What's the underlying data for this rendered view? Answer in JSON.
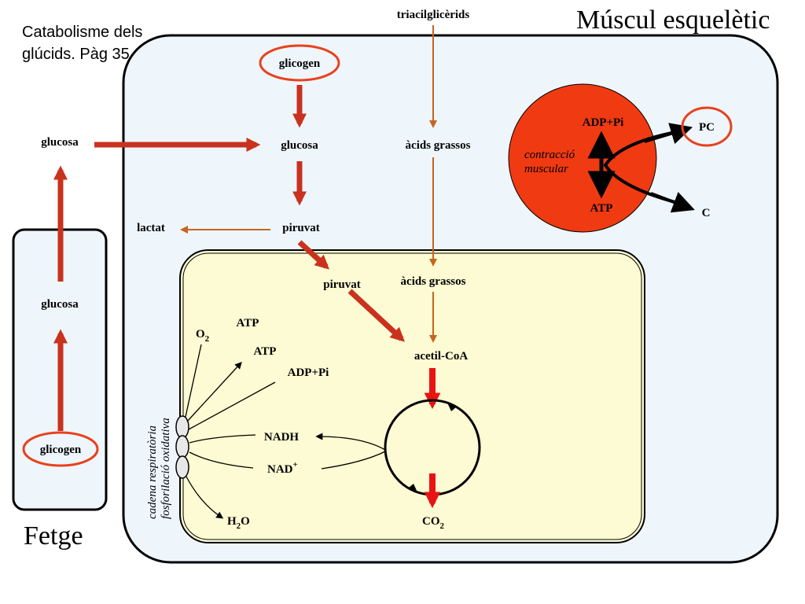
{
  "subtitle_line1": "Catabolisme dels",
  "subtitle_line2": "glúcids. Pàg 35",
  "muscle_title": "Múscul esquelètic",
  "liver_title": "Fetge",
  "liver": {
    "glycogen": "glicogen",
    "glucose_mid": "glucosa",
    "glucose_top": "glucosa"
  },
  "cytosol": {
    "triglycerides": "triacilglicèrids",
    "glycogen": "glicogen",
    "glucose": "glucosa",
    "fatty_acids": "àcids grassos",
    "pyruvate": "piruvat",
    "lactate": "lactat"
  },
  "contraction": {
    "adp_pi": "ADP+Pi",
    "atp": "ATP",
    "text_line1": "contracció",
    "text_line2": "muscular",
    "pc": "PC",
    "c": "C"
  },
  "mitochondrion": {
    "pyruvate": "piruvat",
    "fatty_acids": "àcids grassos",
    "acetyl_coa": "acetil-CoA",
    "o2_main": "O",
    "o2_sub": "2",
    "atp1": "ATP",
    "atp2": "ATP",
    "adp_pi": "ADP+Pi",
    "nadh": "NADH",
    "nad_main": "NAD",
    "nad_sup": "+",
    "h2o_h": "H",
    "h2o_sub": "2",
    "h2o_o": "O",
    "co2_main": "CO",
    "co2_sub": "2",
    "chain_line1": "cadena respiratòria",
    "chain_line2": "fosforilació oxidativa"
  },
  "colors": {
    "muscle_fill": "#eef6fc",
    "mito_fill": "#fdfbd3",
    "red_arrow": "#c8321e",
    "orange_arrow": "#c8641e",
    "bright_red": "#e81414",
    "contraction_fill": "#f03a12",
    "circle_outline": "#e8411e"
  }
}
